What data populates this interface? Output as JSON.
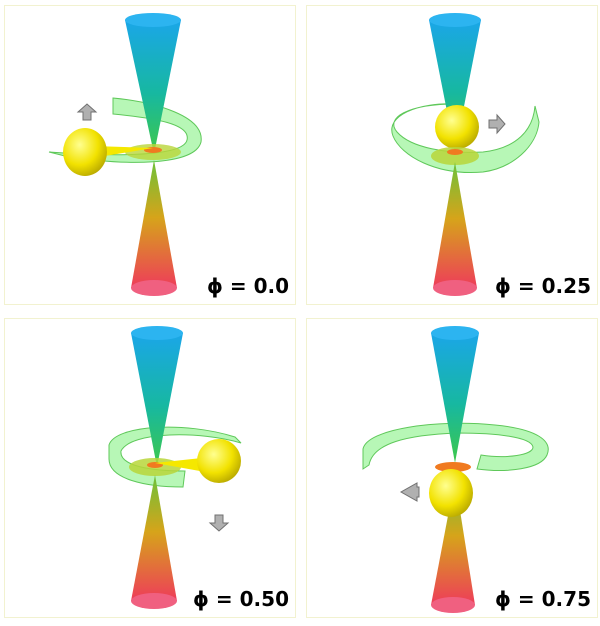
{
  "colors": {
    "jet_top": "#1aa6e8",
    "jet_mid": "#1fc27a",
    "jet_bottom": "#f04a6a",
    "disk_green": "#7cf07a",
    "star_yellow": "#f5e800",
    "core_orange": "#f07a20",
    "arrow_gray": "#a8a8a8"
  },
  "panels": [
    {
      "label": "ϕ = 0.0",
      "star_side": "left",
      "star_depth": "middle",
      "arrow_icon": "arrow-up-icon"
    },
    {
      "label": "ϕ = 0.25",
      "star_side": "center",
      "star_depth": "back",
      "arrow_icon": "arrow-right-icon"
    },
    {
      "label": "ϕ = 0.50",
      "star_side": "right",
      "star_depth": "middle",
      "arrow_icon": "arrow-down-icon"
    },
    {
      "label": "ϕ = 0.75",
      "star_side": "center",
      "star_depth": "front",
      "arrow_icon": "arrow-left-icon"
    }
  ]
}
